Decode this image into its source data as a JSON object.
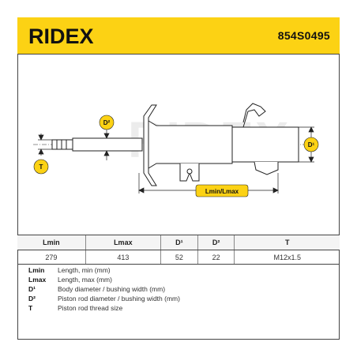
{
  "brand": "RIDEX",
  "part_number": "854S0495",
  "diagram_labels": {
    "d2": "D²",
    "t": "T",
    "d1": "D¹",
    "length": "Lmin/Lmax"
  },
  "watermark": "RIDEX",
  "table": {
    "headers": [
      "Lmin",
      "Lmax",
      "D¹",
      "D²",
      "T"
    ],
    "values": [
      "279",
      "413",
      "52",
      "22",
      "M12x1.5"
    ]
  },
  "legend": [
    {
      "key": "Lmin",
      "desc": "Length, min (mm)"
    },
    {
      "key": "Lmax",
      "desc": "Length, max (mm)"
    },
    {
      "key": "D¹",
      "desc": "Body diameter / bushing width (mm)"
    },
    {
      "key": "D²",
      "desc": "Piston rod diameter / bushing width (mm)"
    },
    {
      "key": "T",
      "desc": "Piston rod thread size"
    }
  ],
  "colors": {
    "brand_yellow": "#fcd214",
    "ink": "#222222",
    "watermark": "#e6e6e6"
  }
}
